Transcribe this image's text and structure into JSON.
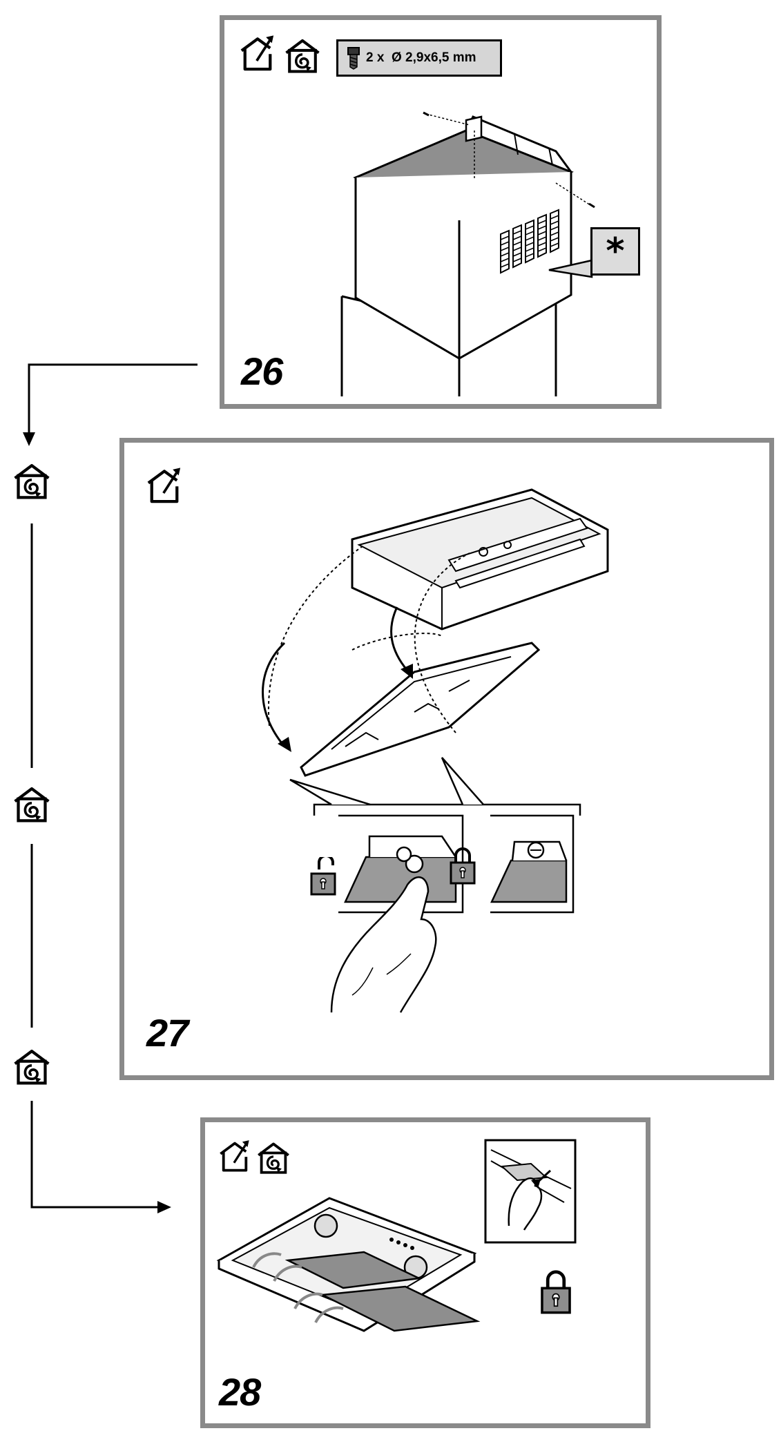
{
  "steps": [
    {
      "number": "26",
      "spec": "2 x  Ø 2,9x6,5 mm",
      "callout": "*"
    },
    {
      "number": "27"
    },
    {
      "number": "28"
    }
  ],
  "icons": {
    "ducted": "house-exhaust-icon",
    "recirculation": "house-recirculation-icon",
    "screw": "screw-icon",
    "lock_open": "padlock-open-icon",
    "lock_closed": "padlock-closed-icon"
  },
  "colors": {
    "frame": "#8a8a8a",
    "fill": "#9a9a9a",
    "light": "#d6d6d6"
  }
}
